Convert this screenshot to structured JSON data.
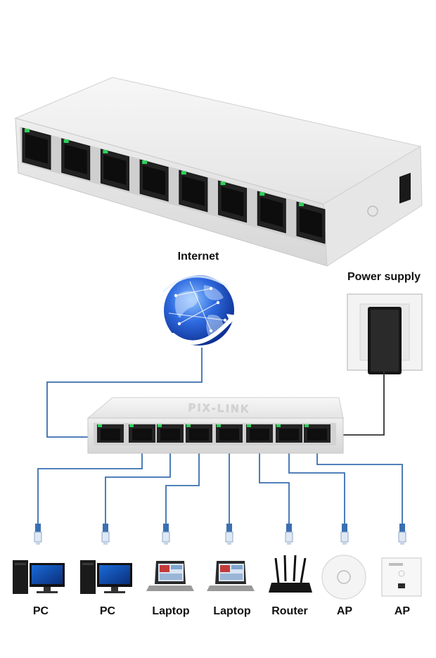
{
  "labels": {
    "internet": "Internet",
    "power_supply": "Power supply",
    "switch_brand": "PIX-LINK"
  },
  "devices": [
    {
      "label": "PC",
      "icon": "desktop-pc-icon"
    },
    {
      "label": "PC",
      "icon": "desktop-pc-icon"
    },
    {
      "label": "Laptop",
      "icon": "laptop-icon"
    },
    {
      "label": "Laptop",
      "icon": "laptop-icon"
    },
    {
      "label": "Router",
      "icon": "wifi-router-icon"
    },
    {
      "label": "AP",
      "icon": "ceiling-access-point-icon"
    },
    {
      "label": "AP",
      "icon": "wall-access-point-icon"
    }
  ],
  "colors": {
    "cable": "#3a6fb0",
    "power_cable": "#333333",
    "switch_body": "#f2f2f2",
    "port_led": "#2fd05a",
    "globe": "#1c4fc4"
  }
}
